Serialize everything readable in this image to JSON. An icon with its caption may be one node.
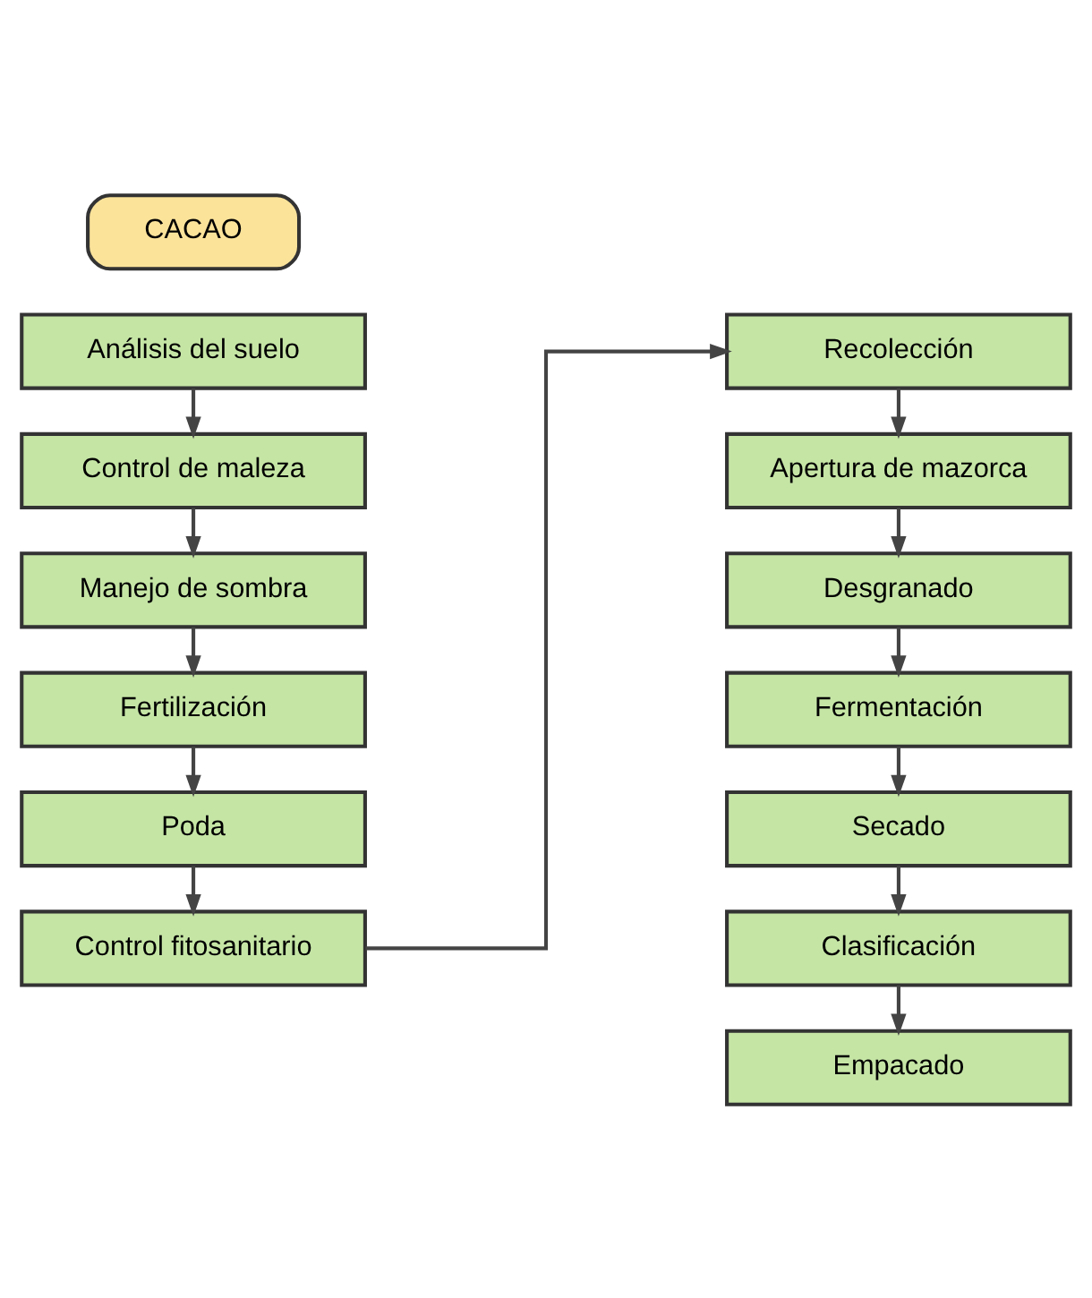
{
  "diagram": {
    "nodes": [
      {
        "text": [
          "CACAO"
        ]
      },
      {
        "text": [
          "Análisis del suelo"
        ]
      },
      {
        "text": [
          "Control de maleza"
        ]
      },
      {
        "text": [
          "Manejo de sombra"
        ]
      },
      {
        "text": [
          "Fertilización"
        ]
      },
      {
        "text": [
          "Poda"
        ]
      },
      {
        "text": [
          "Control fitosanitario"
        ]
      },
      {
        "text": [
          "Recolección"
        ]
      },
      {
        "text": [
          "Apertura de mazorca"
        ]
      },
      {
        "text": [
          "Desgranado"
        ]
      },
      {
        "text": [
          "Fermentación"
        ]
      },
      {
        "text": [
          "Secado"
        ]
      },
      {
        "text": [
          "Clasificación"
        ]
      },
      {
        "text": [
          "Empacado"
        ]
      }
    ],
    "edges": [
      {
        "from": 1,
        "to": 2,
        "arrow": "to"
      },
      {
        "from": 2,
        "to": 3,
        "arrow": "to"
      },
      {
        "from": 3,
        "to": 4,
        "arrow": "to"
      },
      {
        "from": 4,
        "to": 5,
        "arrow": "to"
      },
      {
        "from": 5,
        "to": 6,
        "arrow": "to"
      },
      {
        "from": 6,
        "to": 7,
        "arrow": "to"
      },
      {
        "from": 7,
        "to": 8,
        "arrow": "to"
      },
      {
        "from": 8,
        "to": 9,
        "arrow": "to"
      },
      {
        "from": 9,
        "to": 10,
        "arrow": "to"
      },
      {
        "from": 10,
        "to": 11,
        "arrow": "to"
      },
      {
        "from": 11,
        "to": 12,
        "arrow": "to"
      },
      {
        "from": 12,
        "to": 13,
        "arrow": "to"
      }
    ]
  }
}
